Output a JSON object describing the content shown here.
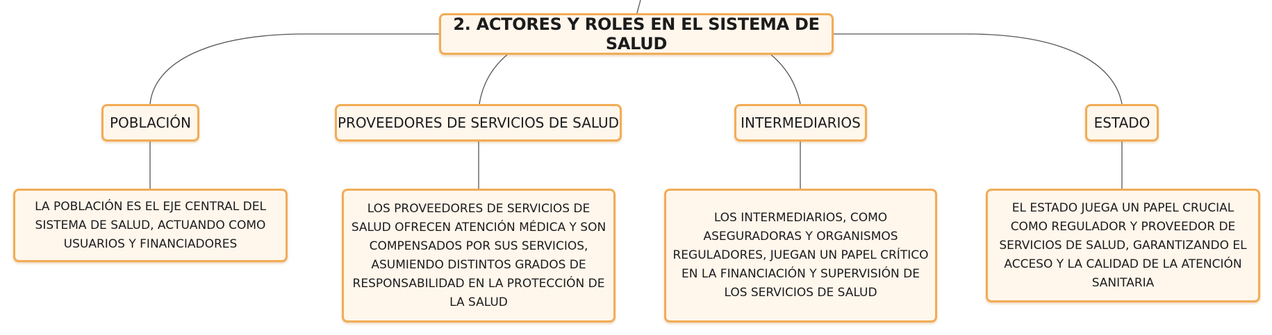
{
  "colors": {
    "node_fill": "#fff6ec",
    "node_border": "#f2ac55",
    "connector": "#555555",
    "text": "#1b1b1b"
  },
  "root": {
    "label": "2. ACTORES Y ROLES EN EL SISTEMA DE SALUD"
  },
  "actors": [
    {
      "label": "POBLACIÓN",
      "description": "LA POBLACIÓN ES EL EJE CENTRAL DEL SISTEMA DE SALUD, ACTUANDO COMO USUARIOS Y FINANCIADORES"
    },
    {
      "label": "PROVEEDORES DE SERVICIOS DE SALUD",
      "description": "LOS PROVEEDORES DE SERVICIOS DE SALUD OFRECEN ATENCIÓN MÉDICA Y SON COMPENSADOS POR SUS SERVICIOS, ASUMIENDO DISTINTOS GRADOS DE RESPONSABILIDAD EN LA PROTECCIÓN DE LA SALUD"
    },
    {
      "label": "INTERMEDIARIOS",
      "description": "LOS INTERMEDIARIOS, COMO ASEGURADORAS Y ORGANISMOS REGULADORES, JUEGAN UN PAPEL CRÍTICO EN LA FINANCIACIÓN Y SUPERVISIÓN DE LOS SERVICIOS DE SALUD"
    },
    {
      "label": "ESTADO",
      "description": "EL ESTADO JUEGA UN PAPEL CRUCIAL COMO REGULADOR Y PROVEEDOR DE SERVICIOS DE SALUD, GARANTIZANDO EL ACCESO Y LA CALIDAD DE LA ATENCIÓN SANITARIA"
    }
  ]
}
